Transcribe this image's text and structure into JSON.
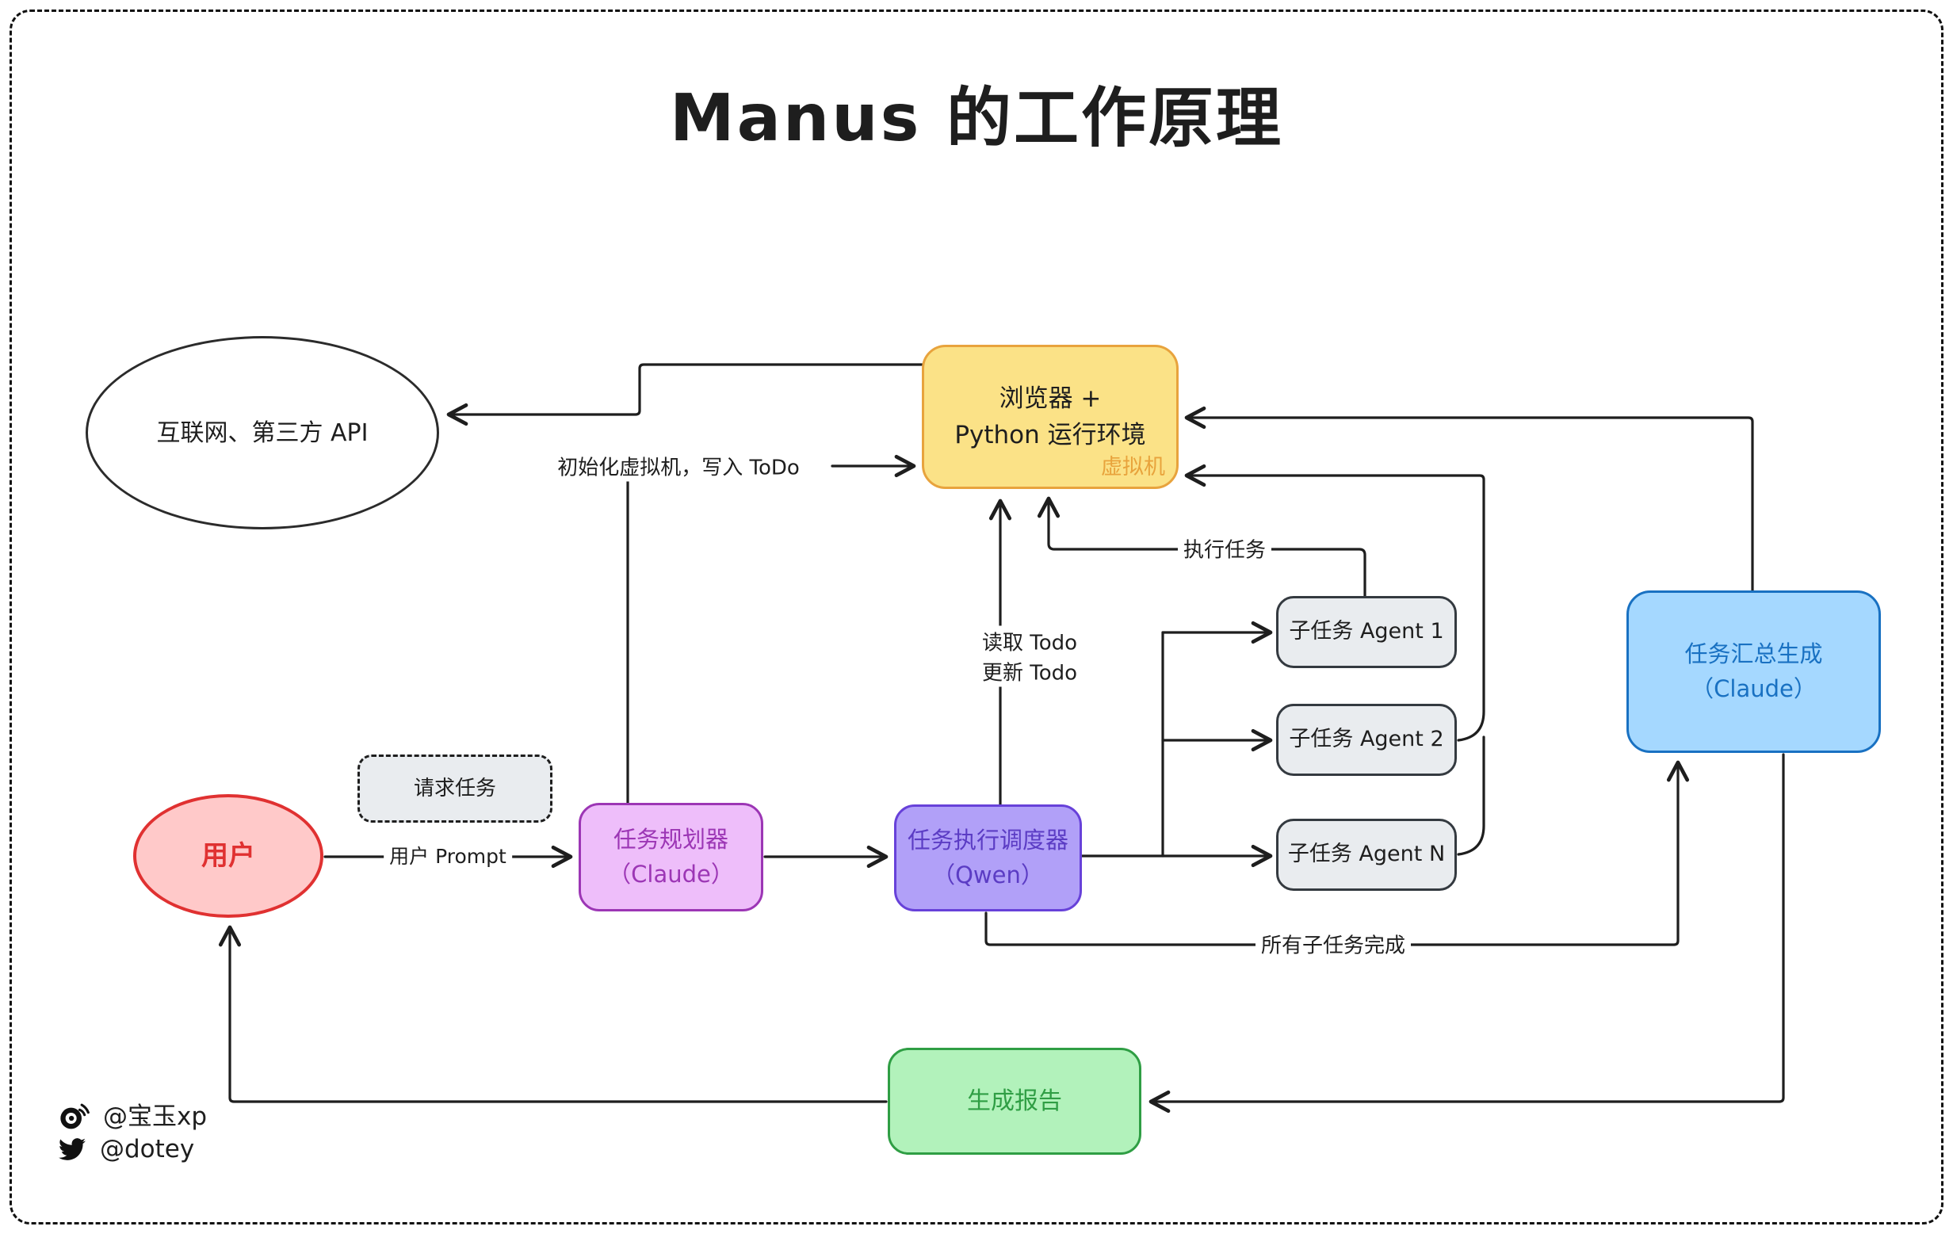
{
  "title": "Manus 的工作原理",
  "nodes": {
    "internet": {
      "label": "互联网、第三方 API"
    },
    "vm": {
      "line1": "浏览器 +",
      "line2": "Python 运行环境",
      "corner_label": "虚拟机"
    },
    "user": {
      "label": "用户"
    },
    "request_note": {
      "label": "请求任务"
    },
    "planner": {
      "line1": "任务规划器",
      "line2": "（Claude）"
    },
    "scheduler": {
      "line1": "任务执行调度器",
      "line2": "（Qwen）"
    },
    "summary": {
      "line1": "任务汇总生成",
      "line2": "（Claude）"
    },
    "report": {
      "label": "生成报告"
    }
  },
  "agents": [
    {
      "label": "子任务 Agent 1"
    },
    {
      "label": "子任务 Agent 2"
    },
    {
      "label": "子任务 Agent N"
    }
  ],
  "edge_labels": {
    "user_prompt": "用户 Prompt",
    "init_vm": "初始化虚拟机，写入 ToDo",
    "read_todo": "读取 Todo",
    "update_todo": "更新 Todo",
    "execute_task": "执行任务",
    "all_done": "所有子任务完成"
  },
  "footer": {
    "weibo_handle": "@宝玉xp",
    "twitter_handle": "@dotey"
  },
  "colors": {
    "ink": "#1e1e1e",
    "vm-fill": "#fbe287",
    "vm-stroke": "#e8a33d",
    "vm-label": "#e8a33c",
    "user-fill": "#ffc9c9",
    "user-stroke": "#e03131",
    "planner-fill": "#eebefa",
    "planner-stroke": "#9c36b5",
    "scheduler-fill": "#b1a0f8",
    "scheduler-stroke": "#6741d9",
    "scheduler-text": "#5b3cc4",
    "agent-fill": "#e9ecef",
    "agent-stroke": "#343a40",
    "summary-fill": "#a5d8ff",
    "summary-stroke": "#1971c2",
    "report-fill": "#b2f2bb",
    "report-stroke": "#2f9e44",
    "note-fill": "#e9ecef"
  }
}
